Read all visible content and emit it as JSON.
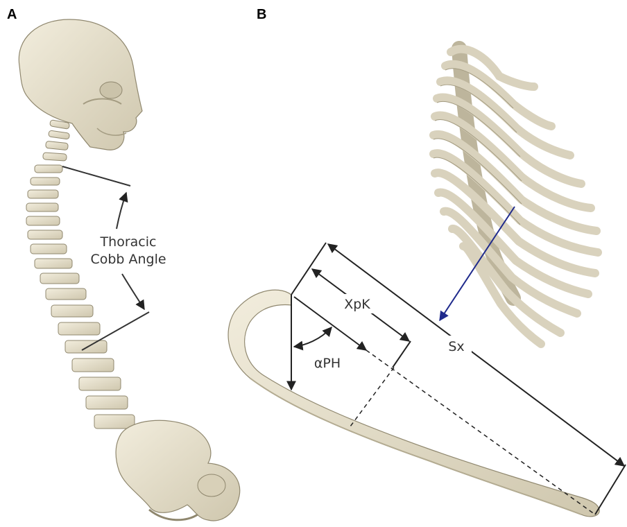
{
  "panels": {
    "a": {
      "label": "A",
      "annotation_line1": "Thoracic",
      "annotation_line2": "Cobb Angle"
    },
    "b": {
      "label": "B",
      "measure_xpk": "XpK",
      "measure_aph": "αPH",
      "measure_sx": "Sx"
    }
  },
  "colors": {
    "bone": "#e8e2d0",
    "bone_shade": "#bdb59c",
    "bone_outline": "#8f876e",
    "line": "#222222",
    "force_arrow": "#1f2a8c"
  }
}
